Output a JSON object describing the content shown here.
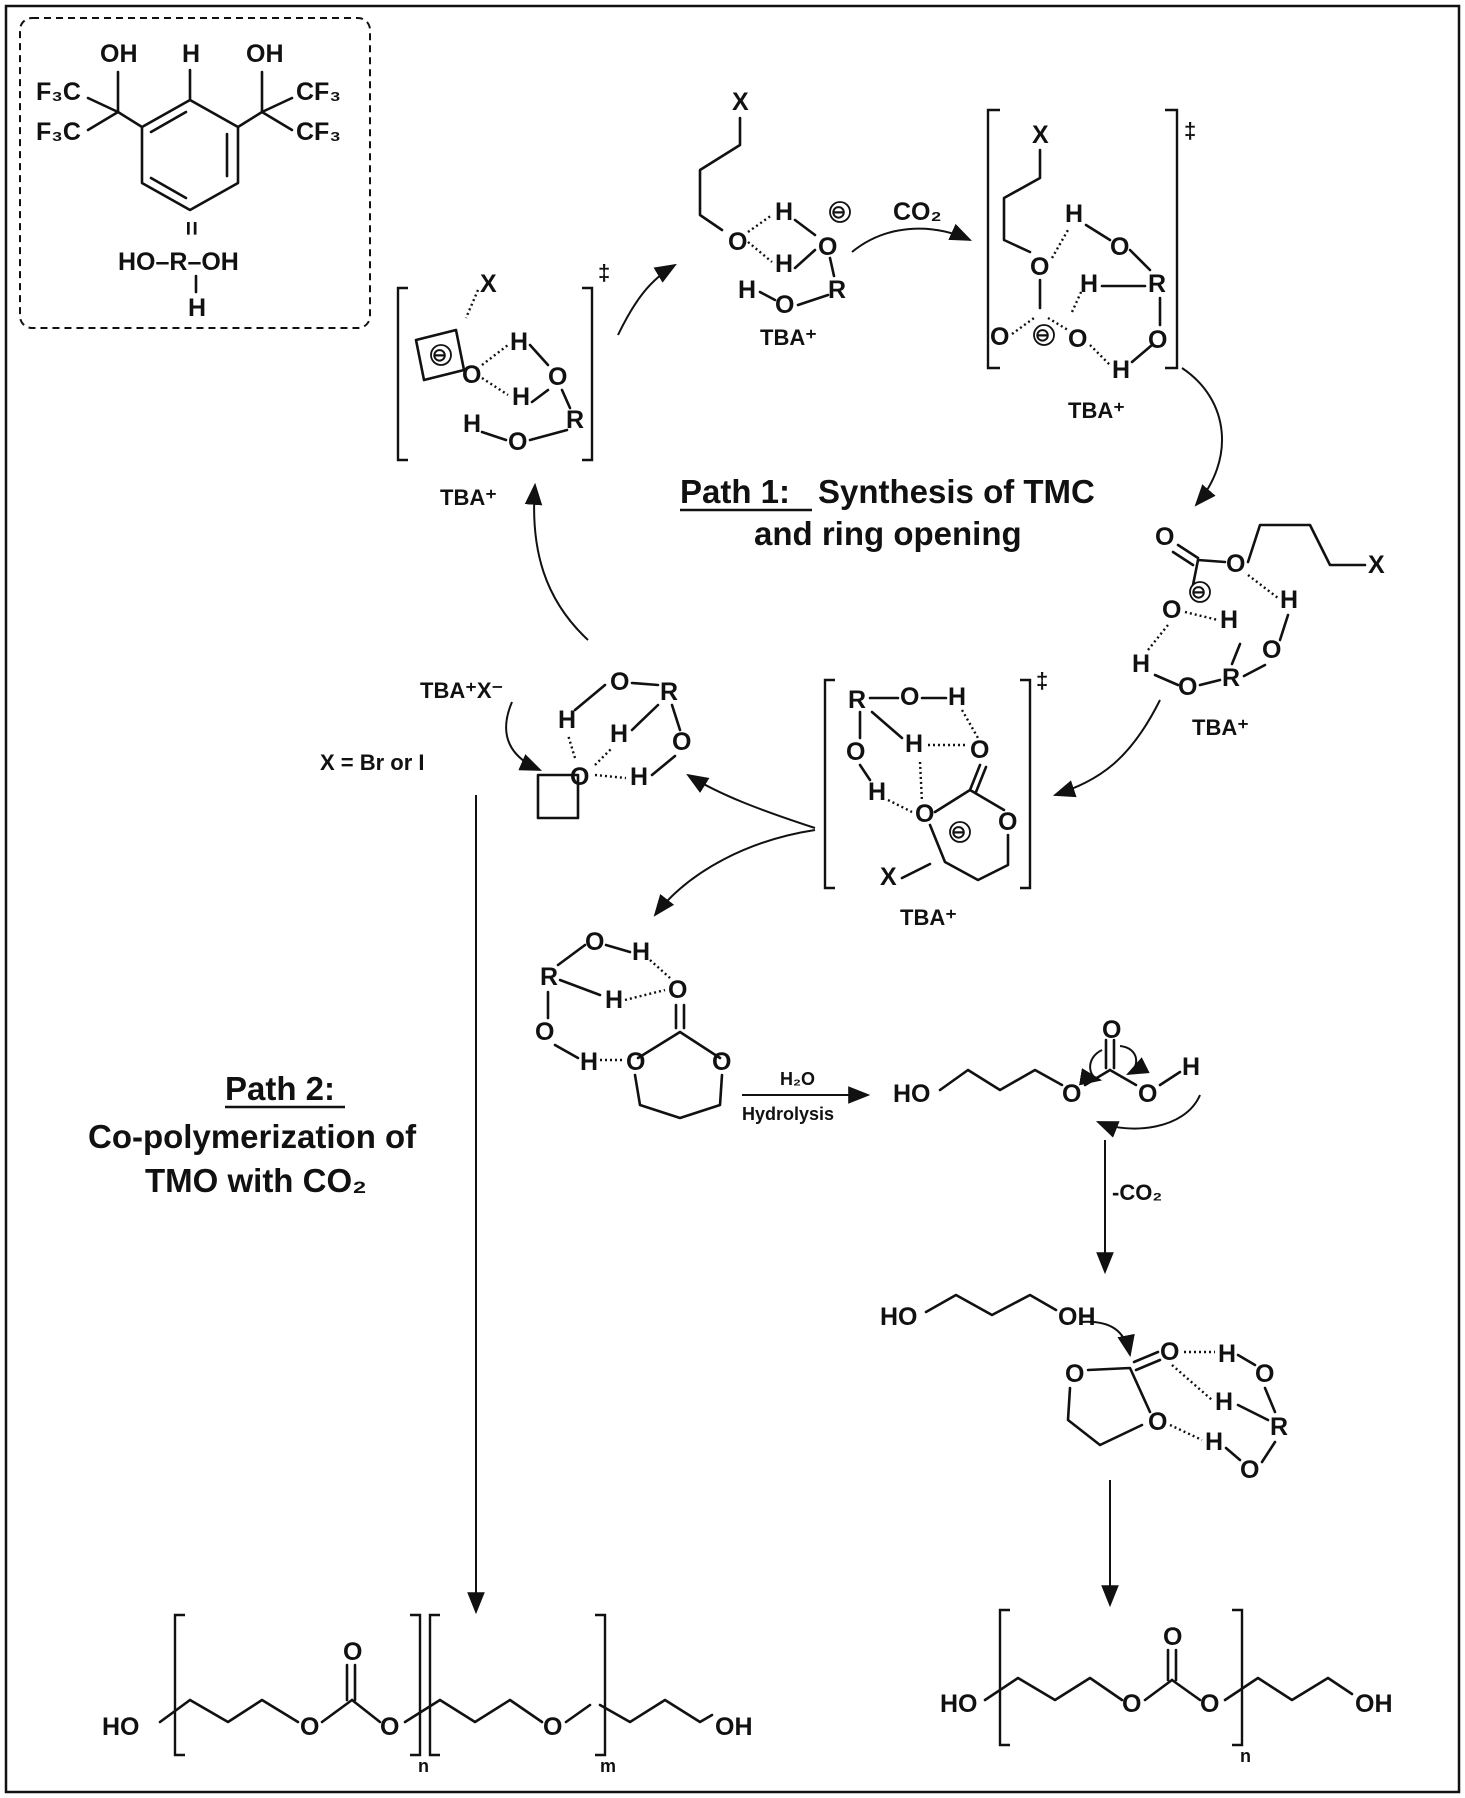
{
  "inset": {
    "cf3_left_top": "F₃C",
    "cf3_left_bottom": "F₃C",
    "oh_left": "OH",
    "h_top": "H",
    "oh_right": "OH",
    "cf3_right_top": "CF₃",
    "cf3_right_bottom": "CF₃",
    "equals": "=",
    "catalyst_formula": "HO–R–OH",
    "catalyst_h": "H"
  },
  "labels": {
    "tba": "TBA⁺",
    "x": "X",
    "co2": "CO₂",
    "dagger": "‡",
    "salt": "TBA⁺X⁻",
    "x_def": "X = Br or I",
    "h2o": "H₂O",
    "hydrolysis": "Hydrolysis",
    "minus_co2": "-CO₂",
    "n": "n",
    "m": "m"
  },
  "path1": {
    "title_underlined": "Path 1:",
    "title_rest": "Synthesis of TMC",
    "title_line2": "and ring opening"
  },
  "path2": {
    "title_underlined": "Path 2:",
    "line2": "Co-polymerization of",
    "line3": "TMO with CO₂"
  },
  "atoms": {
    "o": "O",
    "h": "H",
    "r": "R",
    "ho": "HO",
    "oh": "OH",
    "minus": "⊖"
  }
}
